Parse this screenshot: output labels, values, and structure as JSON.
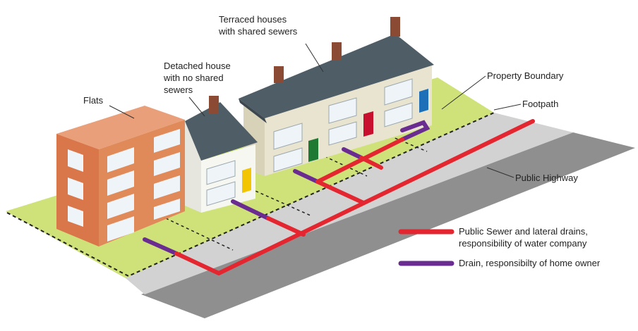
{
  "labels": {
    "flats": "Flats",
    "detached_line1": "Detached house",
    "detached_line2": "with no shared",
    "detached_line3": "sewers",
    "terraced_line1": "Terraced houses",
    "terraced_line2": "with shared sewers",
    "property_boundary": "Property Boundary",
    "footpath": "Footpath",
    "public_highway": "Public Highway"
  },
  "legend": {
    "public_sewer_line1": "Public Sewer and lateral drains,",
    "public_sewer_line2": "responsibility of water company",
    "drain": "Drain, responsibilty of home owner"
  },
  "colors": {
    "public_sewer": "#e3262f",
    "private_drain": "#6a2c91",
    "grass": "#cfe27a",
    "road": "#8d8d8d",
    "footpath": "#cfcfcf",
    "roof": "#4f5d67",
    "flats_brick": "#e08a5a",
    "chimney": "#8a4a33",
    "door_yellow": "#f3c400",
    "door_green": "#1e7a33",
    "door_red": "#c8102e",
    "door_blue": "#1d6fb8"
  }
}
